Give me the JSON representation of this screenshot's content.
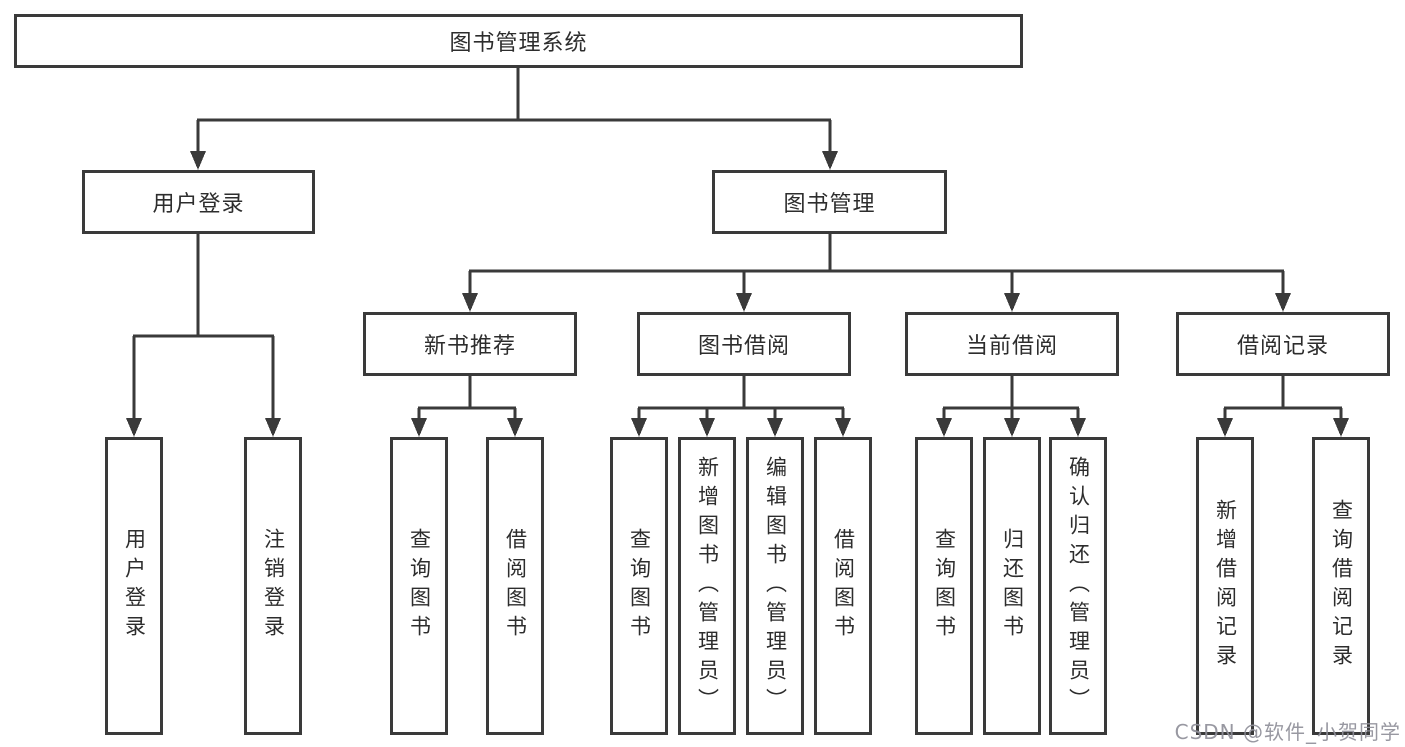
{
  "colors": {
    "line": "#3a3a3a",
    "text": "#2d2d2d",
    "background": "#ffffff",
    "watermark": "#90909a"
  },
  "root": {
    "label": "图书管理系统"
  },
  "branches": [
    {
      "label": "用户登录",
      "children": [
        {
          "label": "用户登录"
        },
        {
          "label": "注销登录"
        }
      ]
    },
    {
      "label": "图书管理",
      "children": [
        {
          "label": "新书推荐",
          "children": [
            {
              "label": "查询图书"
            },
            {
              "label": "借阅图书"
            }
          ]
        },
        {
          "label": "图书借阅",
          "children": [
            {
              "label": "查询图书"
            },
            {
              "label": "新增图书（管理员）"
            },
            {
              "label": "编辑图书（管理员）"
            },
            {
              "label": "借阅图书"
            }
          ]
        },
        {
          "label": "当前借阅",
          "children": [
            {
              "label": "查询图书"
            },
            {
              "label": "归还图书"
            },
            {
              "label": "确认归还（管理员）"
            }
          ]
        },
        {
          "label": "借阅记录",
          "children": [
            {
              "label": "新增借阅记录"
            },
            {
              "label": "查询借阅记录"
            }
          ]
        }
      ]
    }
  ],
  "watermark": {
    "text": "CSDN @软件_小贺同学"
  }
}
